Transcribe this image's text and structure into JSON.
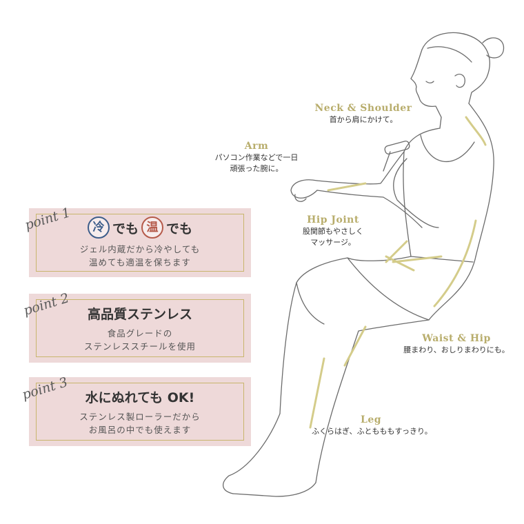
{
  "colors": {
    "accent_gold": "#b8ad6c",
    "box_pink": "#eed9d9",
    "cold_blue": "#3d5d8a",
    "warm_red": "#b55a4a"
  },
  "labels": {
    "neck": {
      "en": "Neck & Shoulder",
      "jp": "首から肩にかけて。"
    },
    "arm": {
      "en": "Arm",
      "jp1": "パソコン作業などで一日",
      "jp2": "頑張った腕に。"
    },
    "hip_joint": {
      "en": "Hip Joint",
      "jp1": "股関節もやさしく",
      "jp2": "マッサージ。"
    },
    "waist": {
      "en": "Waist & Hip",
      "jp": "腰まわり、おしりまわりにも。"
    },
    "leg": {
      "en": "Leg",
      "jp": "ふくらはぎ、ふともももすっきり。"
    }
  },
  "points": [
    {
      "tag": "point 1",
      "cold": "冷",
      "warm": "温",
      "demo": "でも",
      "demo2": "でも",
      "desc1": "ジェル内蔵だから冷やしても",
      "desc2": "温めても適温を保ちます"
    },
    {
      "tag": "point 2",
      "title": "高品質ステンレス",
      "desc1": "食品グレードの",
      "desc2": "ステンレススチールを使用"
    },
    {
      "tag": "point 3",
      "title": "水にぬれても OK!",
      "desc1": "ステンレス製ローラーだから",
      "desc2": "お風呂の中でも使えます"
    }
  ]
}
